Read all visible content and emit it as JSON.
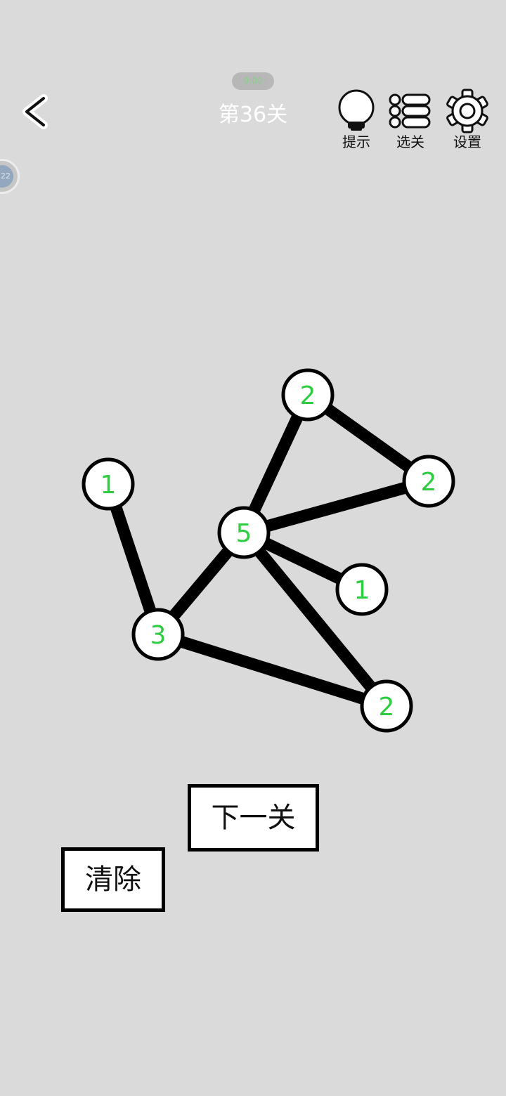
{
  "header": {
    "badge": "0:00",
    "level_title": "第36关"
  },
  "tools": {
    "hint_label": "提示",
    "select_label": "选关",
    "settings_label": "设置"
  },
  "side_badge": {
    "value": "22"
  },
  "puzzle": {
    "nodes": [
      {
        "id": "a",
        "label": "2"
      },
      {
        "id": "b",
        "label": "2"
      },
      {
        "id": "c",
        "label": "1"
      },
      {
        "id": "d",
        "label": "5"
      },
      {
        "id": "e",
        "label": "1"
      },
      {
        "id": "f",
        "label": "3"
      },
      {
        "id": "g",
        "label": "2"
      }
    ],
    "edges": [
      [
        "a",
        "b"
      ],
      [
        "a",
        "d"
      ],
      [
        "b",
        "d"
      ],
      [
        "d",
        "e"
      ],
      [
        "d",
        "f"
      ],
      [
        "d",
        "g"
      ],
      [
        "c",
        "f"
      ],
      [
        "f",
        "g"
      ]
    ]
  },
  "buttons": {
    "next_label": "下一关",
    "clear_label": "清除"
  },
  "colors": {
    "background": "#dadada",
    "node_text": "#2ecc40",
    "edge": "#000000"
  }
}
